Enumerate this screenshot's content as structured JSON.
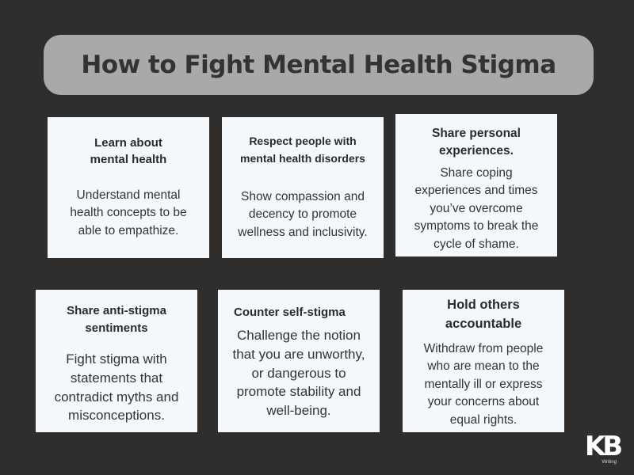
{
  "title": "How to Fight Mental Health Stigma",
  "cards": [
    {
      "heading": "Learn about\nmental health",
      "body": "Understand mental\nhealth concepts to be\nable to empathize."
    },
    {
      "heading": "Respect people with\nmental health disorders",
      "body": "Show compassion and\ndecency to promote\nwellness and inclusivity."
    },
    {
      "heading": "Share  personal\nexperiences.",
      "body": "Share coping\nexperiences and times\nyou’ve overcome\nsymptoms to break the\ncycle of shame."
    },
    {
      "heading": "Share anti-stigma\nsentiments",
      "body": "Fight stigma with\nstatements that\ncontradict myths and\nmisconceptions."
    },
    {
      "heading": "Counter self-stigma",
      "body": "Challenge the notion\nthat you are unworthy,\nor dangerous to\npromote stability and\nwell-being."
    },
    {
      "heading": "Hold others\naccountable",
      "body": "Withdraw from people\nwho are mean to the\nmentally ill or express\nyour concerns about\nequal rights."
    }
  ],
  "logo": {
    "mark": "KB",
    "subtext": "Writing"
  }
}
